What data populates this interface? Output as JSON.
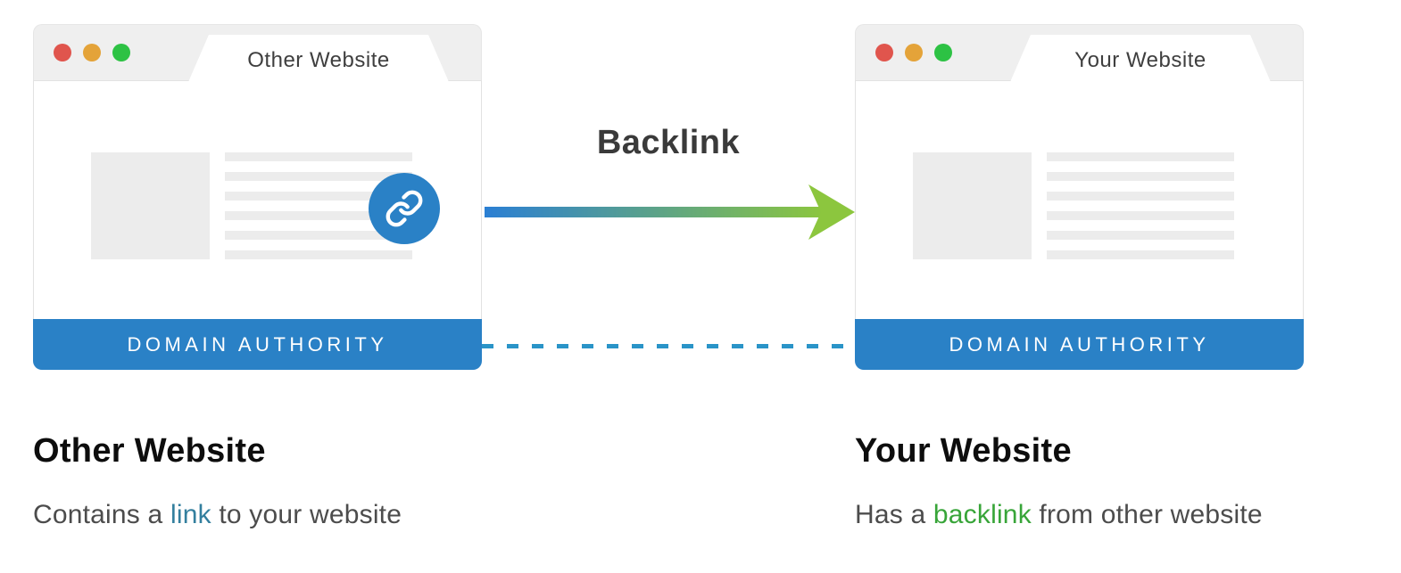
{
  "windows": [
    {
      "tab_title": "Other Website",
      "footer_label": "DOMAIN AUTHORITY"
    },
    {
      "tab_title": "Your Website",
      "footer_label": "DOMAIN AUTHORITY"
    }
  ],
  "arrow": {
    "label": "Backlink",
    "gradient_from": "#2b7fd4",
    "gradient_to": "#8cc63e"
  },
  "connector": {
    "style": "dashed",
    "color": "#2a94c8"
  },
  "captions": [
    {
      "title": "Other Website",
      "before": "Contains a ",
      "highlight": "link",
      "after": " to your website",
      "highlight_color": "#337f9e"
    },
    {
      "title": "Your Website",
      "before": "Has a ",
      "highlight": "backlink",
      "after": " from other website",
      "highlight_color": "#38a539"
    }
  ],
  "colors": {
    "window_chrome": "#efefef",
    "placeholder": "#ececec",
    "footer_bar": "#2a81c6",
    "link_badge": "#2a81c6",
    "dot_red": "#e0554d",
    "dot_orange": "#e4a339",
    "dot_green": "#2dc244",
    "label_text": "#3a3a3a",
    "heading_text": "#0d0d0d",
    "body_text": "#4c4c4c"
  }
}
